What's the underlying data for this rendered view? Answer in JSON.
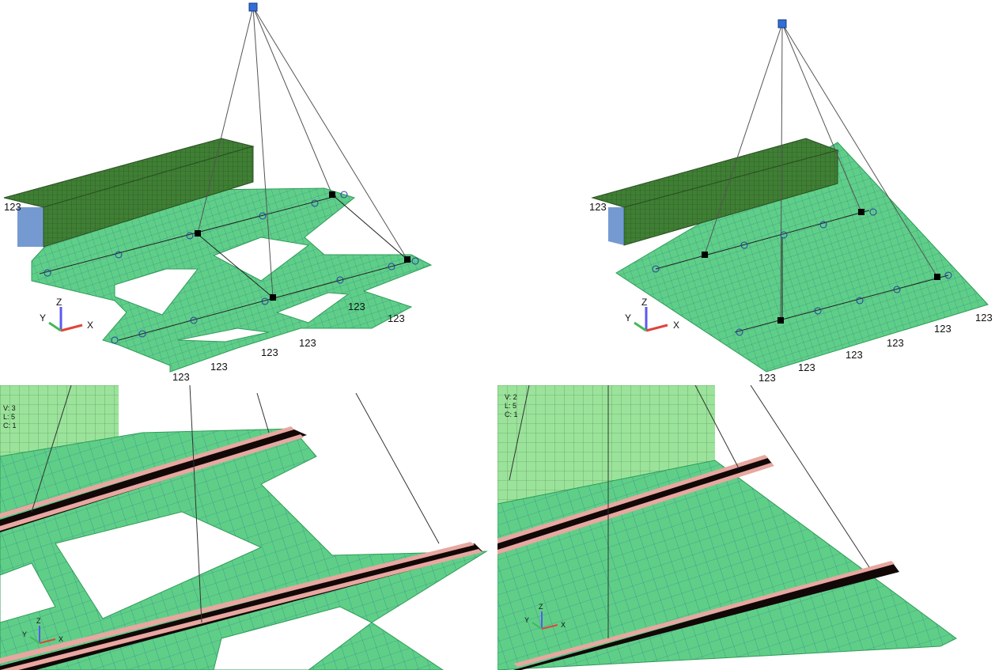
{
  "colors": {
    "plate": "#5fcf87",
    "plate_dark": "#2e9c57",
    "mesh": "#2f7a98",
    "box": "#3f7f34",
    "box_light": "#9be39b",
    "rail": "#e8a7a0",
    "rail_dark": "#130808",
    "cable": "#555555",
    "axis_x": "#e0443a",
    "axis_y": "#46b85a",
    "axis_z": "#5a5af0"
  },
  "axes": {
    "x": "X",
    "y": "Y",
    "z": "Z"
  },
  "constraint_label": "123",
  "info_bottom_left": {
    "v": "V: 3",
    "l": "L: 5",
    "c": "C: 1"
  },
  "info_bottom_right": {
    "v": "V: 2",
    "l": "L: 5",
    "c": "C: 1"
  },
  "icons": [
    "hoist-node-icon",
    "spc-constraint-icon",
    "rbe-node-icon",
    "triad-icon"
  ]
}
